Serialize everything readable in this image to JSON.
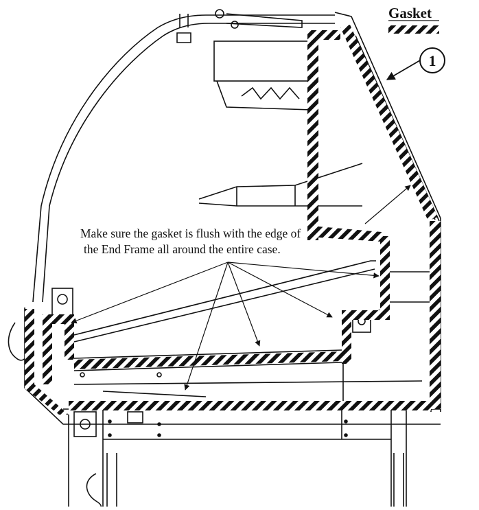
{
  "legend": {
    "title": "Gasket",
    "swatch_icon": "diagonal-hatch-pattern"
  },
  "callout_marker": {
    "number": "1"
  },
  "instruction": {
    "line1": "Make sure the gasket is flush with the edge of",
    "line2": "the End Frame all around the entire case."
  },
  "colors": {
    "line": "#111111",
    "gasket_stripe": "#111111",
    "background": "#ffffff"
  }
}
